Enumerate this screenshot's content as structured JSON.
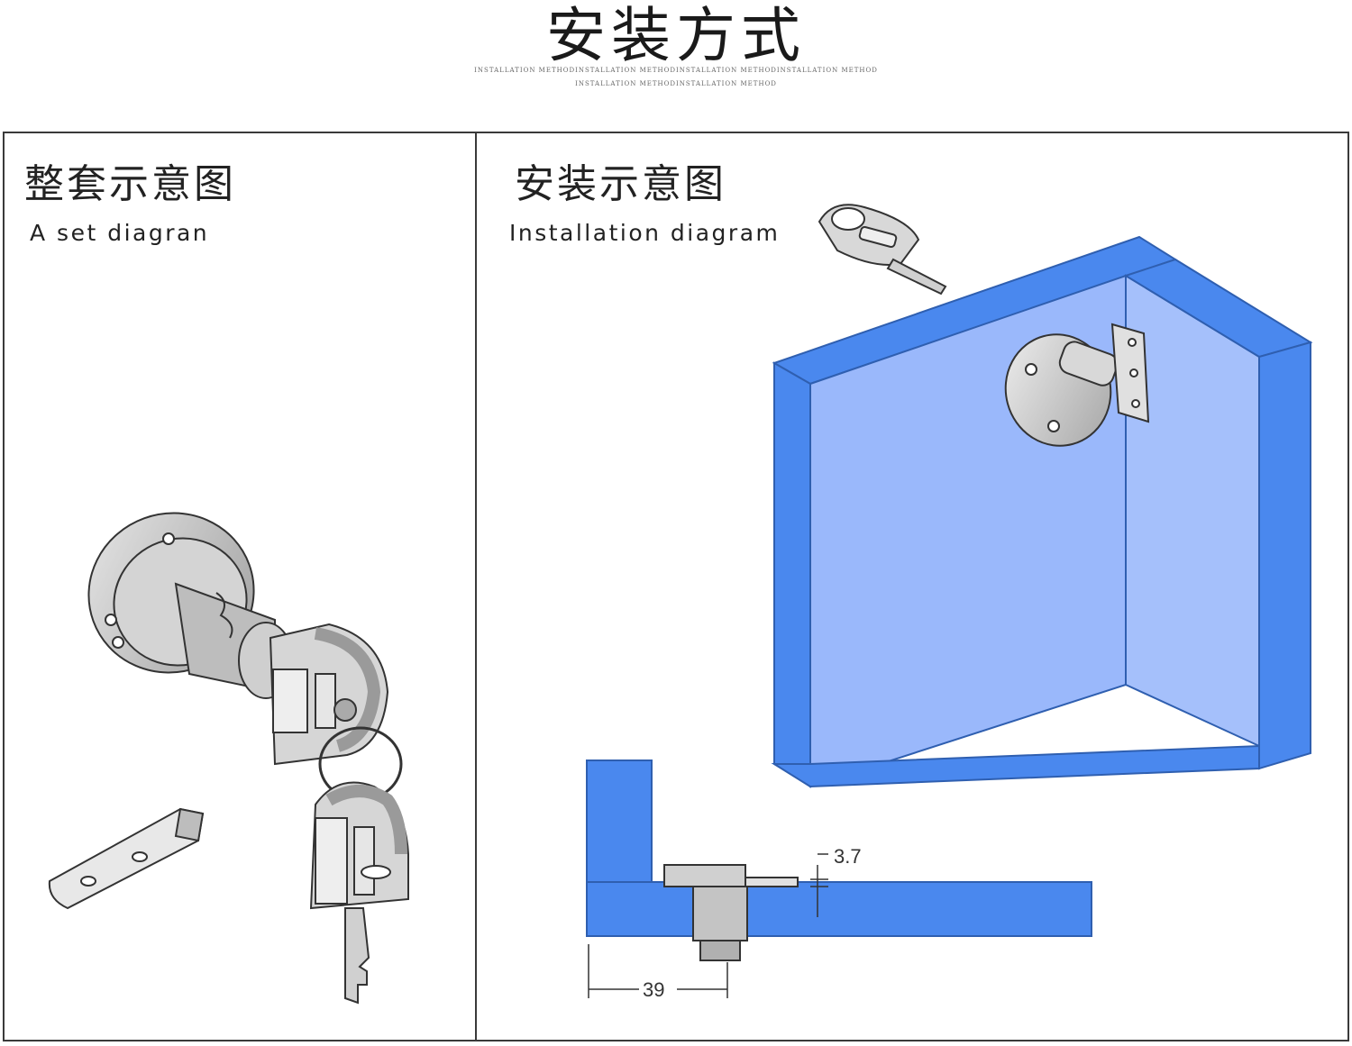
{
  "header": {
    "title": "安装方式",
    "subtitle_line1": "INSTALLATION METHODINSTALLATION METHODINSTALLATION METHODINSTALLATION METHOD",
    "subtitle_line2": "INSTALLATION METHODINSTALLATION METHOD"
  },
  "left_panel": {
    "title_cn": "整套示意图",
    "title_en": "A set diagran"
  },
  "right_panel": {
    "title_cn": "安装示意图",
    "title_en": "Installation diagram"
  },
  "dimensions": {
    "offset": "3.7",
    "depth": "39"
  },
  "colors": {
    "cabinet_face": "#9ab8fb",
    "cabinet_edge": "#4a88ee",
    "metal": "#c8c8c8",
    "outline": "#333333"
  },
  "icons": [
    "cam-lock-icon",
    "key-icon",
    "strike-plate-icon",
    "cabinet-icon"
  ]
}
